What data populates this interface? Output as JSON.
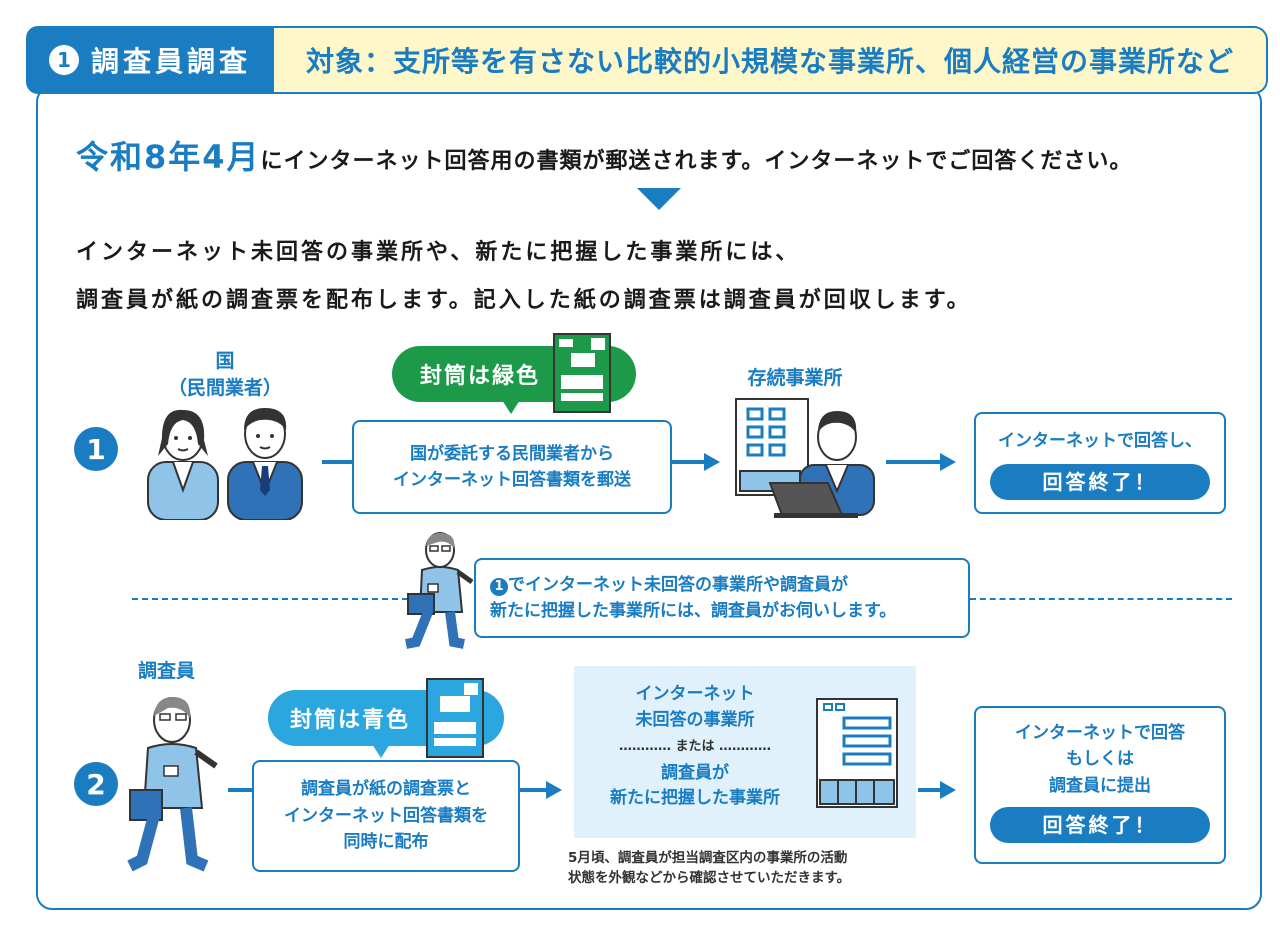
{
  "header": {
    "badge": "1",
    "title": "調査員調査",
    "target": "対象：支所等を有さない比較的小規模な事業所、個人経営の事業所など"
  },
  "intro": {
    "date": "令和8年4月",
    "text": "にインターネット回答用の書類が郵送されます。インターネットでご回答ください。"
  },
  "lead": {
    "line1": "インターネット未回答の事業所や、新たに把握した事業所には、",
    "line2": "調査員が紙の調査票を配布します。記入した紙の調査票は調査員が回収します。"
  },
  "flow1": {
    "num": "1",
    "actor_line1": "国",
    "actor_line2": "（民間業者）",
    "envelope_label": "封筒は緑色",
    "box_line1": "国が委託する民間業者から",
    "box_line2": "インターネット回答書類を郵送",
    "target_label": "存続事業所",
    "result_line1": "インターネットで回答し、",
    "result_done": "回答終了！"
  },
  "middle": {
    "line1": "でインターネット未回答の事業所や調査員が",
    "line1_badge": "1",
    "line2": "新たに把握した事業所には、調査員がお伺いします。"
  },
  "flow2": {
    "num": "2",
    "actor_label": "調査員",
    "envelope_label": "封筒は青色",
    "box_line1": "調査員が紙の調査票と",
    "box_line2": "インターネット回答書類を",
    "box_line3": "同時に配布",
    "target_line1": "インターネット",
    "target_line2": "未回答の事業所",
    "target_or": "または",
    "target_line3": "調査員が",
    "target_line4": "新たに把握した事業所",
    "note_line1": "5月頃、調査員が担当調査区内の事業所の活動",
    "note_line2": "状態を外観などから確認させていただきます。",
    "result_line1": "インターネットで回答",
    "result_line2": "もしくは",
    "result_line3": "調査員に提出",
    "result_done": "回答終了！"
  },
  "colors": {
    "primary": "#1a7cc1",
    "header_bg": "#fef7c9",
    "green": "#1c9a4a",
    "light_blue": "#2ba6de",
    "panel": "#e1f1fb"
  }
}
